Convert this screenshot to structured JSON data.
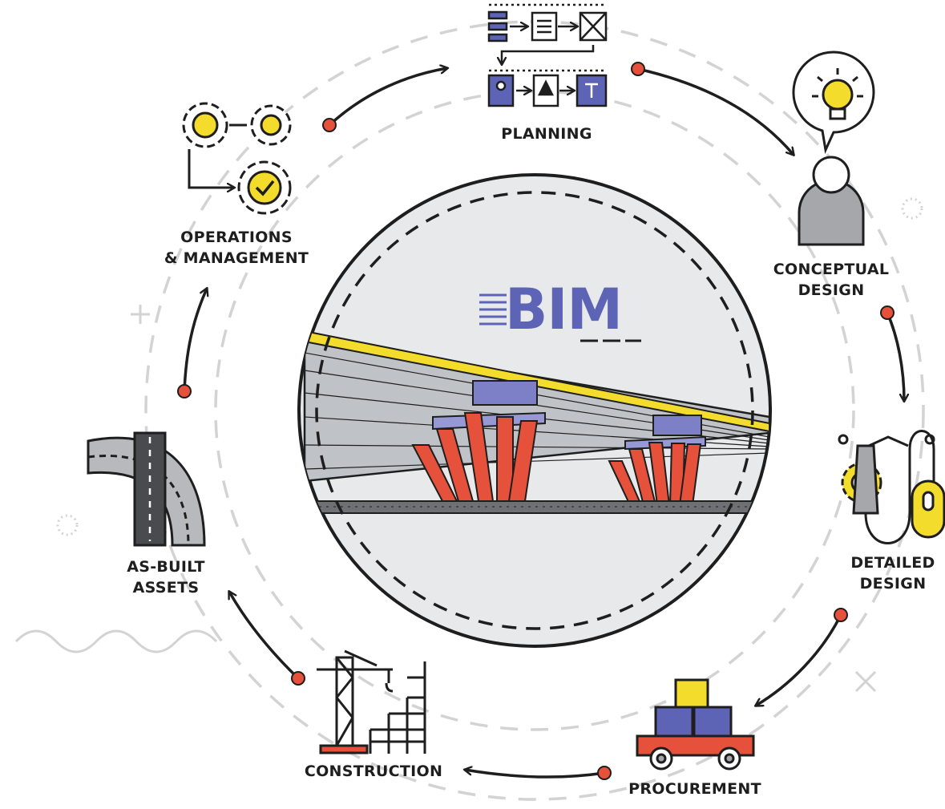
{
  "center": {
    "title": "BIM"
  },
  "stages": {
    "planning": {
      "label": "PLANNING"
    },
    "conceptual_design": {
      "line1": "CONCEPTUAL",
      "line2": "DESIGN"
    },
    "detailed_design": {
      "line1": "DETAILED",
      "line2": "DESIGN"
    },
    "procurement": {
      "label": "PROCUREMENT"
    },
    "construction": {
      "label": "CONSTRUCTION"
    },
    "as_built_assets": {
      "line1": "AS-BUILT",
      "line2": "ASSETS"
    },
    "operations_management": {
      "line1": "OPERATIONS",
      "line2": "& MANAGEMENT"
    }
  },
  "colors": {
    "accent_red": "#e5513a",
    "accent_yellow": "#f4dc2c",
    "accent_blue": "#5d63b5",
    "outline": "#1e1e1e",
    "dash_grey": "#d3d3d3",
    "circle_fill": "#e8e9ea"
  }
}
